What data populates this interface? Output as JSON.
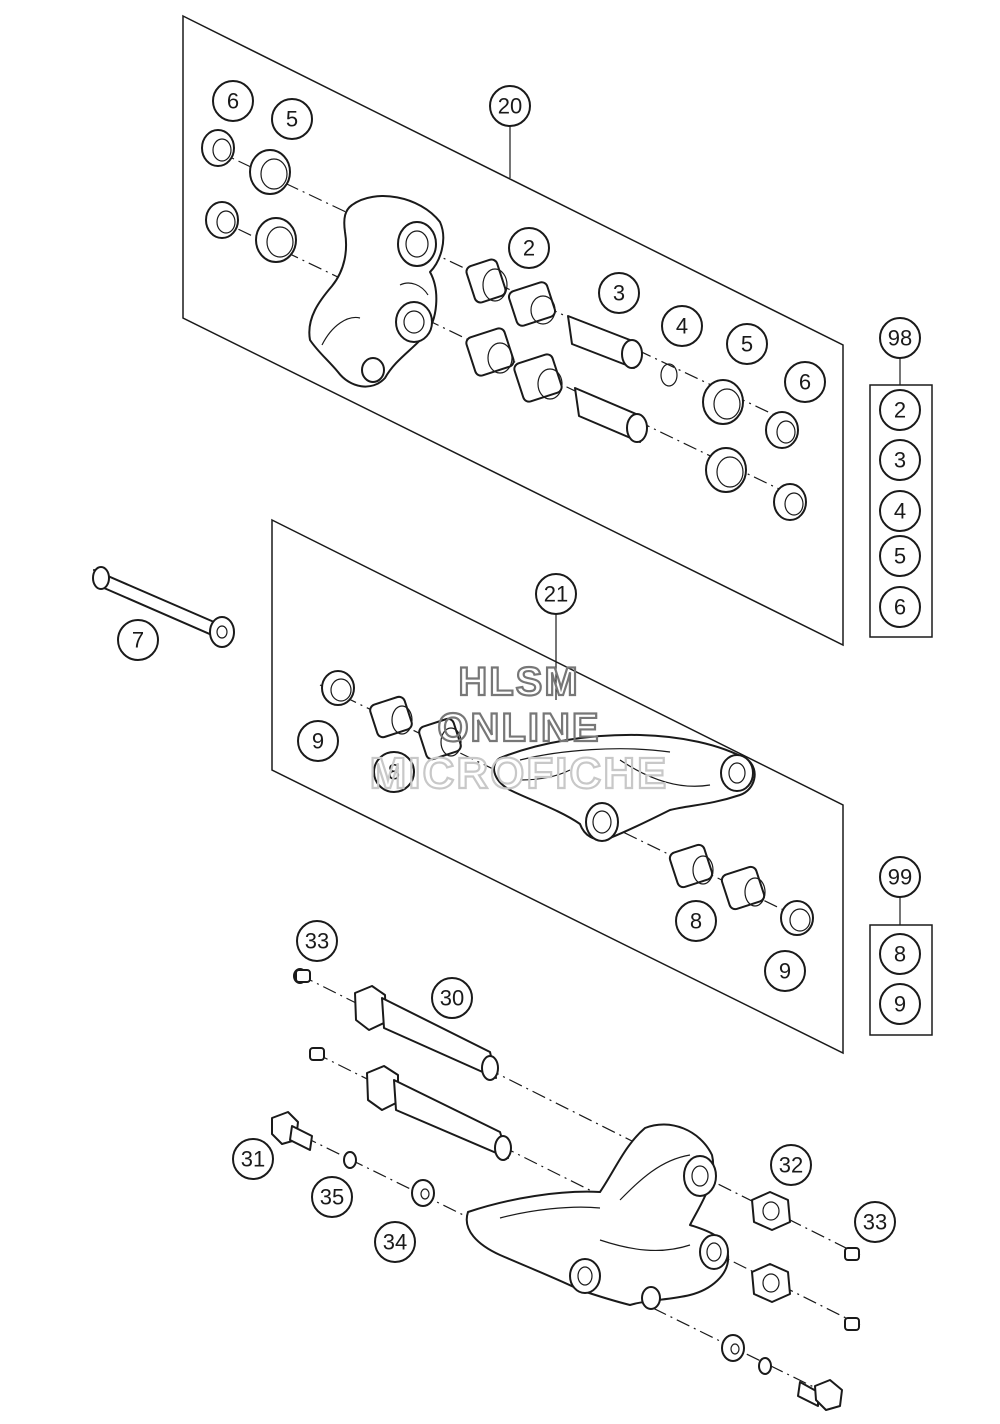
{
  "watermark": {
    "line1": "HLSM",
    "line2": "ONLINE",
    "line3": "MICROFICHE"
  },
  "callouts": {
    "c20": "20",
    "c6a": "6",
    "c5a": "5",
    "c2": "2",
    "c3": "3",
    "c4": "4",
    "c5b": "5",
    "c6b": "6",
    "c98": "98",
    "c7": "7",
    "c21": "21",
    "c9a": "9",
    "c8a": "8",
    "c8b": "8",
    "c9b": "9",
    "c99": "99",
    "c33a": "33",
    "c30": "30",
    "c31": "31",
    "c35": "35",
    "c34": "34",
    "c32": "32",
    "c33b": "33"
  },
  "kit_98": {
    "items": [
      "2",
      "3",
      "4",
      "5",
      "6"
    ]
  },
  "kit_99": {
    "items": [
      "8",
      "9"
    ]
  }
}
